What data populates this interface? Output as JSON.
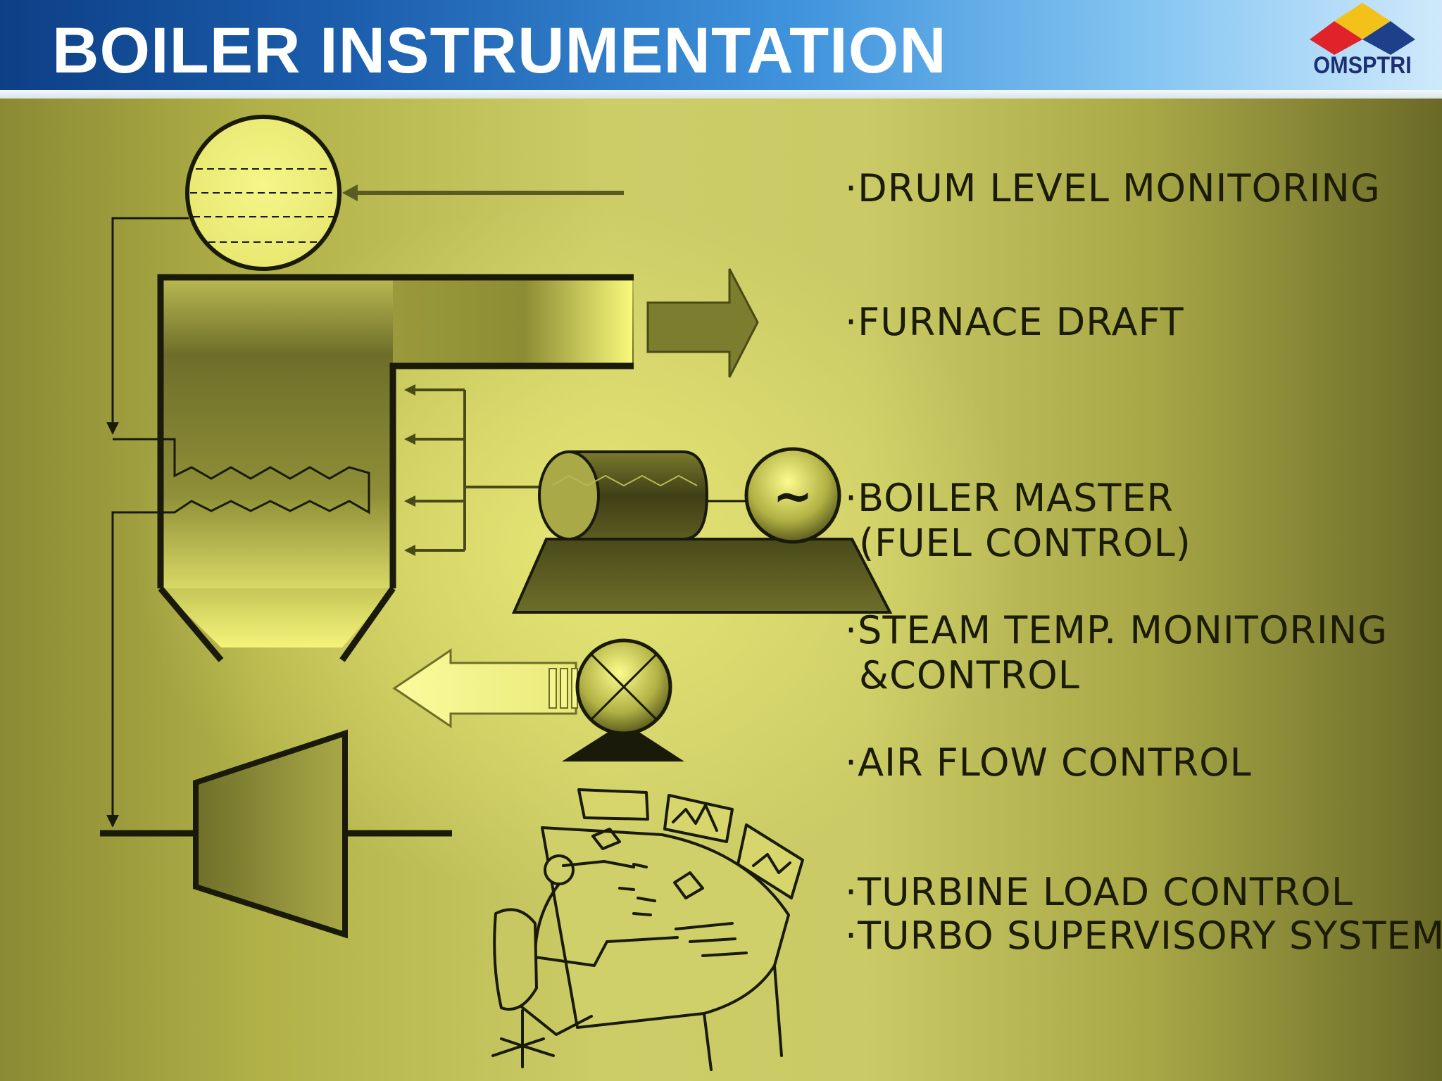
{
  "title": "BOILER INSTRUMENTATION",
  "logo": {
    "text": "OMSPTRI",
    "colors": [
      "#e0222a",
      "#f2c21a",
      "#1e3f8a"
    ]
  },
  "items": [
    {
      "bullet": "·",
      "lines": [
        "DRUM LEVEL MONITORING"
      ]
    },
    {
      "bullet": "·",
      "lines": [
        "FURNACE DRAFT"
      ]
    },
    {
      "bullet": "·",
      "lines": [
        "BOILER MASTER",
        "(FUEL CONTROL)"
      ]
    },
    {
      "bullet": "·",
      "lines": [
        "STEAM TEMP. MONITORING",
        "&CONTROL"
      ]
    },
    {
      "bullet": "·",
      "lines": [
        "AIR FLOW CONTROL"
      ]
    },
    {
      "bullet": "·",
      "lines": [
        "TURBINE LOAD CONTROL"
      ]
    },
    {
      "bullet": "·",
      "lines": [
        "TURBO SUPERVISORY SYSTEM"
      ]
    }
  ],
  "generator_symbol": "~",
  "colors": {
    "stroke": "#1a1a0a",
    "bright": "#f6f67a",
    "dark": "#5e5e26"
  }
}
